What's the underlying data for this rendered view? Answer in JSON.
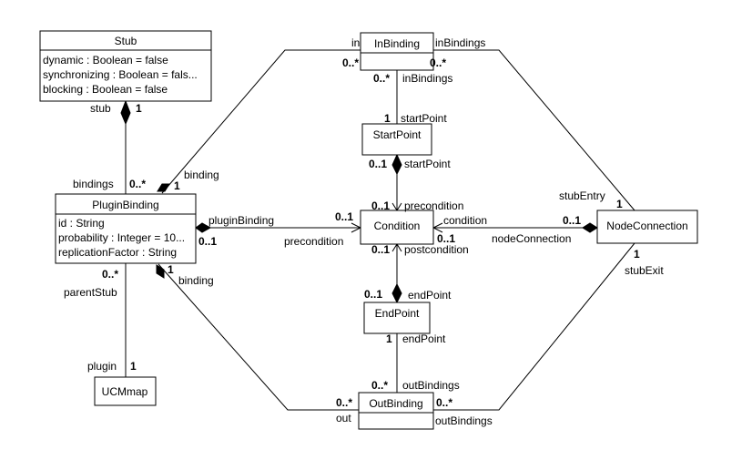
{
  "classes": {
    "stub": {
      "name": "Stub",
      "attributes": [
        "dynamic : Boolean = false",
        "synchronizing : Boolean = fals...",
        "blocking : Boolean = false"
      ]
    },
    "plugin_binding": {
      "name": "PluginBinding",
      "attributes": [
        "id : String",
        "probability : Integer = 10...",
        "replicationFactor : String"
      ]
    },
    "ucm_map": {
      "name": "UCMmap"
    },
    "in_binding": {
      "name": "InBinding"
    },
    "out_binding": {
      "name": "OutBinding"
    },
    "start_point": {
      "name": "StartPoint"
    },
    "end_point": {
      "name": "EndPoint"
    },
    "condition": {
      "name": "Condition"
    },
    "node_connection": {
      "name": "NodeConnection"
    }
  },
  "labels": {
    "stub_role": "stub",
    "stub_mult": "1",
    "bindings_role": "bindings",
    "bindings_mult": "0..*",
    "binding_top_role": "binding",
    "binding_top_mult": "1",
    "in_role": "in",
    "in_mult": "0..*",
    "inbindings_right_role": "inBindings",
    "inbindings_right_mult": "0..*",
    "inbindings_down_mult": "0..*",
    "inbindings_down_role": "inBindings",
    "sp_mult_1": "1",
    "sp_role_1": "startPoint",
    "sp_mult_2": "0..1",
    "sp_role_2": "startPoint",
    "pre_cond_mult": "0..1",
    "pre_cond_role": "precondition",
    "pluginbinding_role": "pluginBinding",
    "pb_right_mult": "0..1",
    "pb_cond_mult": "0..1",
    "precondition_role": "precondition",
    "condition_role": "condition",
    "nc_cond_mult": "0..1",
    "nc_mult": "0..1",
    "nodeconnection_role": "nodeConnection",
    "stubentry_role": "stubEntry",
    "stubentry_mult": "1",
    "stubexit_mult": "1",
    "stubexit_role": "stubExit",
    "post_mult": "0..1",
    "post_role": "postcondition",
    "ep_mult_1": "0..1",
    "ep_role_1": "endPoint",
    "ep_mult_2": "1",
    "ep_role_2": "endPoint",
    "outbindings_up_mult": "0..*",
    "outbindings_up_role": "outBindings",
    "outbindings_right_mult": "0..*",
    "outbindings_right_role": "outBindings",
    "out_mult": "0..*",
    "out_role": "out",
    "parentstub_mult": "0..*",
    "parentstub_role": "parentStub",
    "plugin_role": "plugin",
    "plugin_mult": "1",
    "binding_bottom_mult": "1",
    "binding_bottom_role": "binding"
  }
}
